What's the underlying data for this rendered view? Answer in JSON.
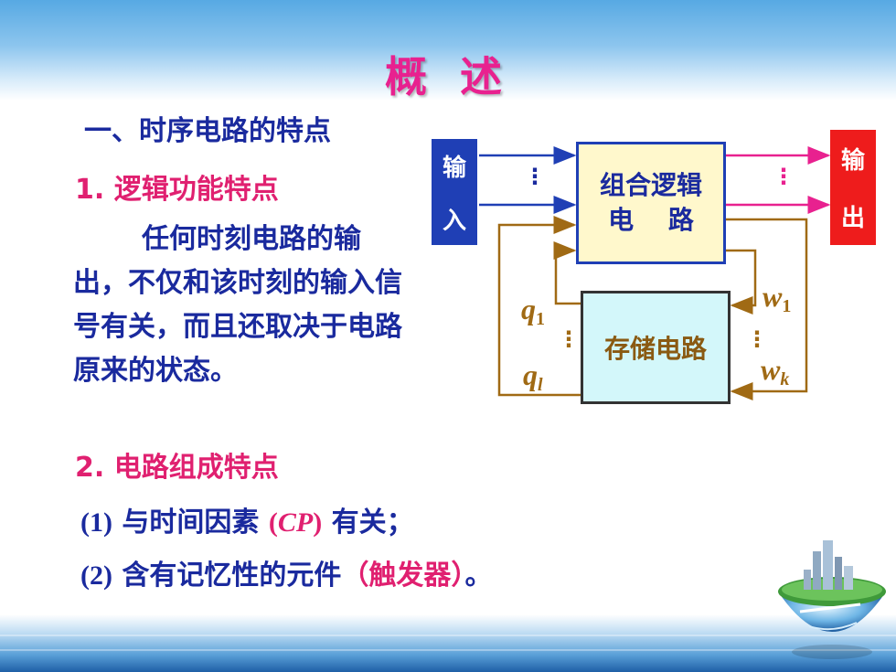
{
  "title": "概 述",
  "section": {
    "heading": "一、时序电路的特点",
    "sub1": "1. 逻辑功能特点",
    "paragraph": "任何时刻电路的输出，不仅和该时刻的输入信号有关，而且还取决于电路原来的状态。",
    "sub2": "2. 电路组成特点",
    "item1": {
      "num": "(1)",
      "text_a": " 与时间因素 ",
      "hl_open": "(",
      "hl_var": "CP",
      "hl_close": ")",
      "text_b": " 有关；"
    },
    "item2": {
      "num": "(2)",
      "text_a": " 含有记忆性的元件",
      "hl": "（触发器）",
      "text_b": "。"
    }
  },
  "diagram": {
    "input_char1": "输",
    "input_char2": "入",
    "output_char1": "输",
    "output_char2": "出",
    "comb_line1": "组合逻辑",
    "comb_line2": "电　 路",
    "memory": "存储电路",
    "q_base": "q",
    "q1_sub": "1",
    "ql_sub": "l",
    "w_base": "w",
    "w1_sub": "1",
    "wk_sub": "k",
    "ellipsis": "⋮"
  },
  "colors": {
    "title": "#e8218f",
    "blue_text": "#1a2a9e",
    "pink_text": "#e02070",
    "input_box": "#1f3fb5",
    "output_box": "#ee1c1c",
    "feedback_line": "#a06a14"
  }
}
